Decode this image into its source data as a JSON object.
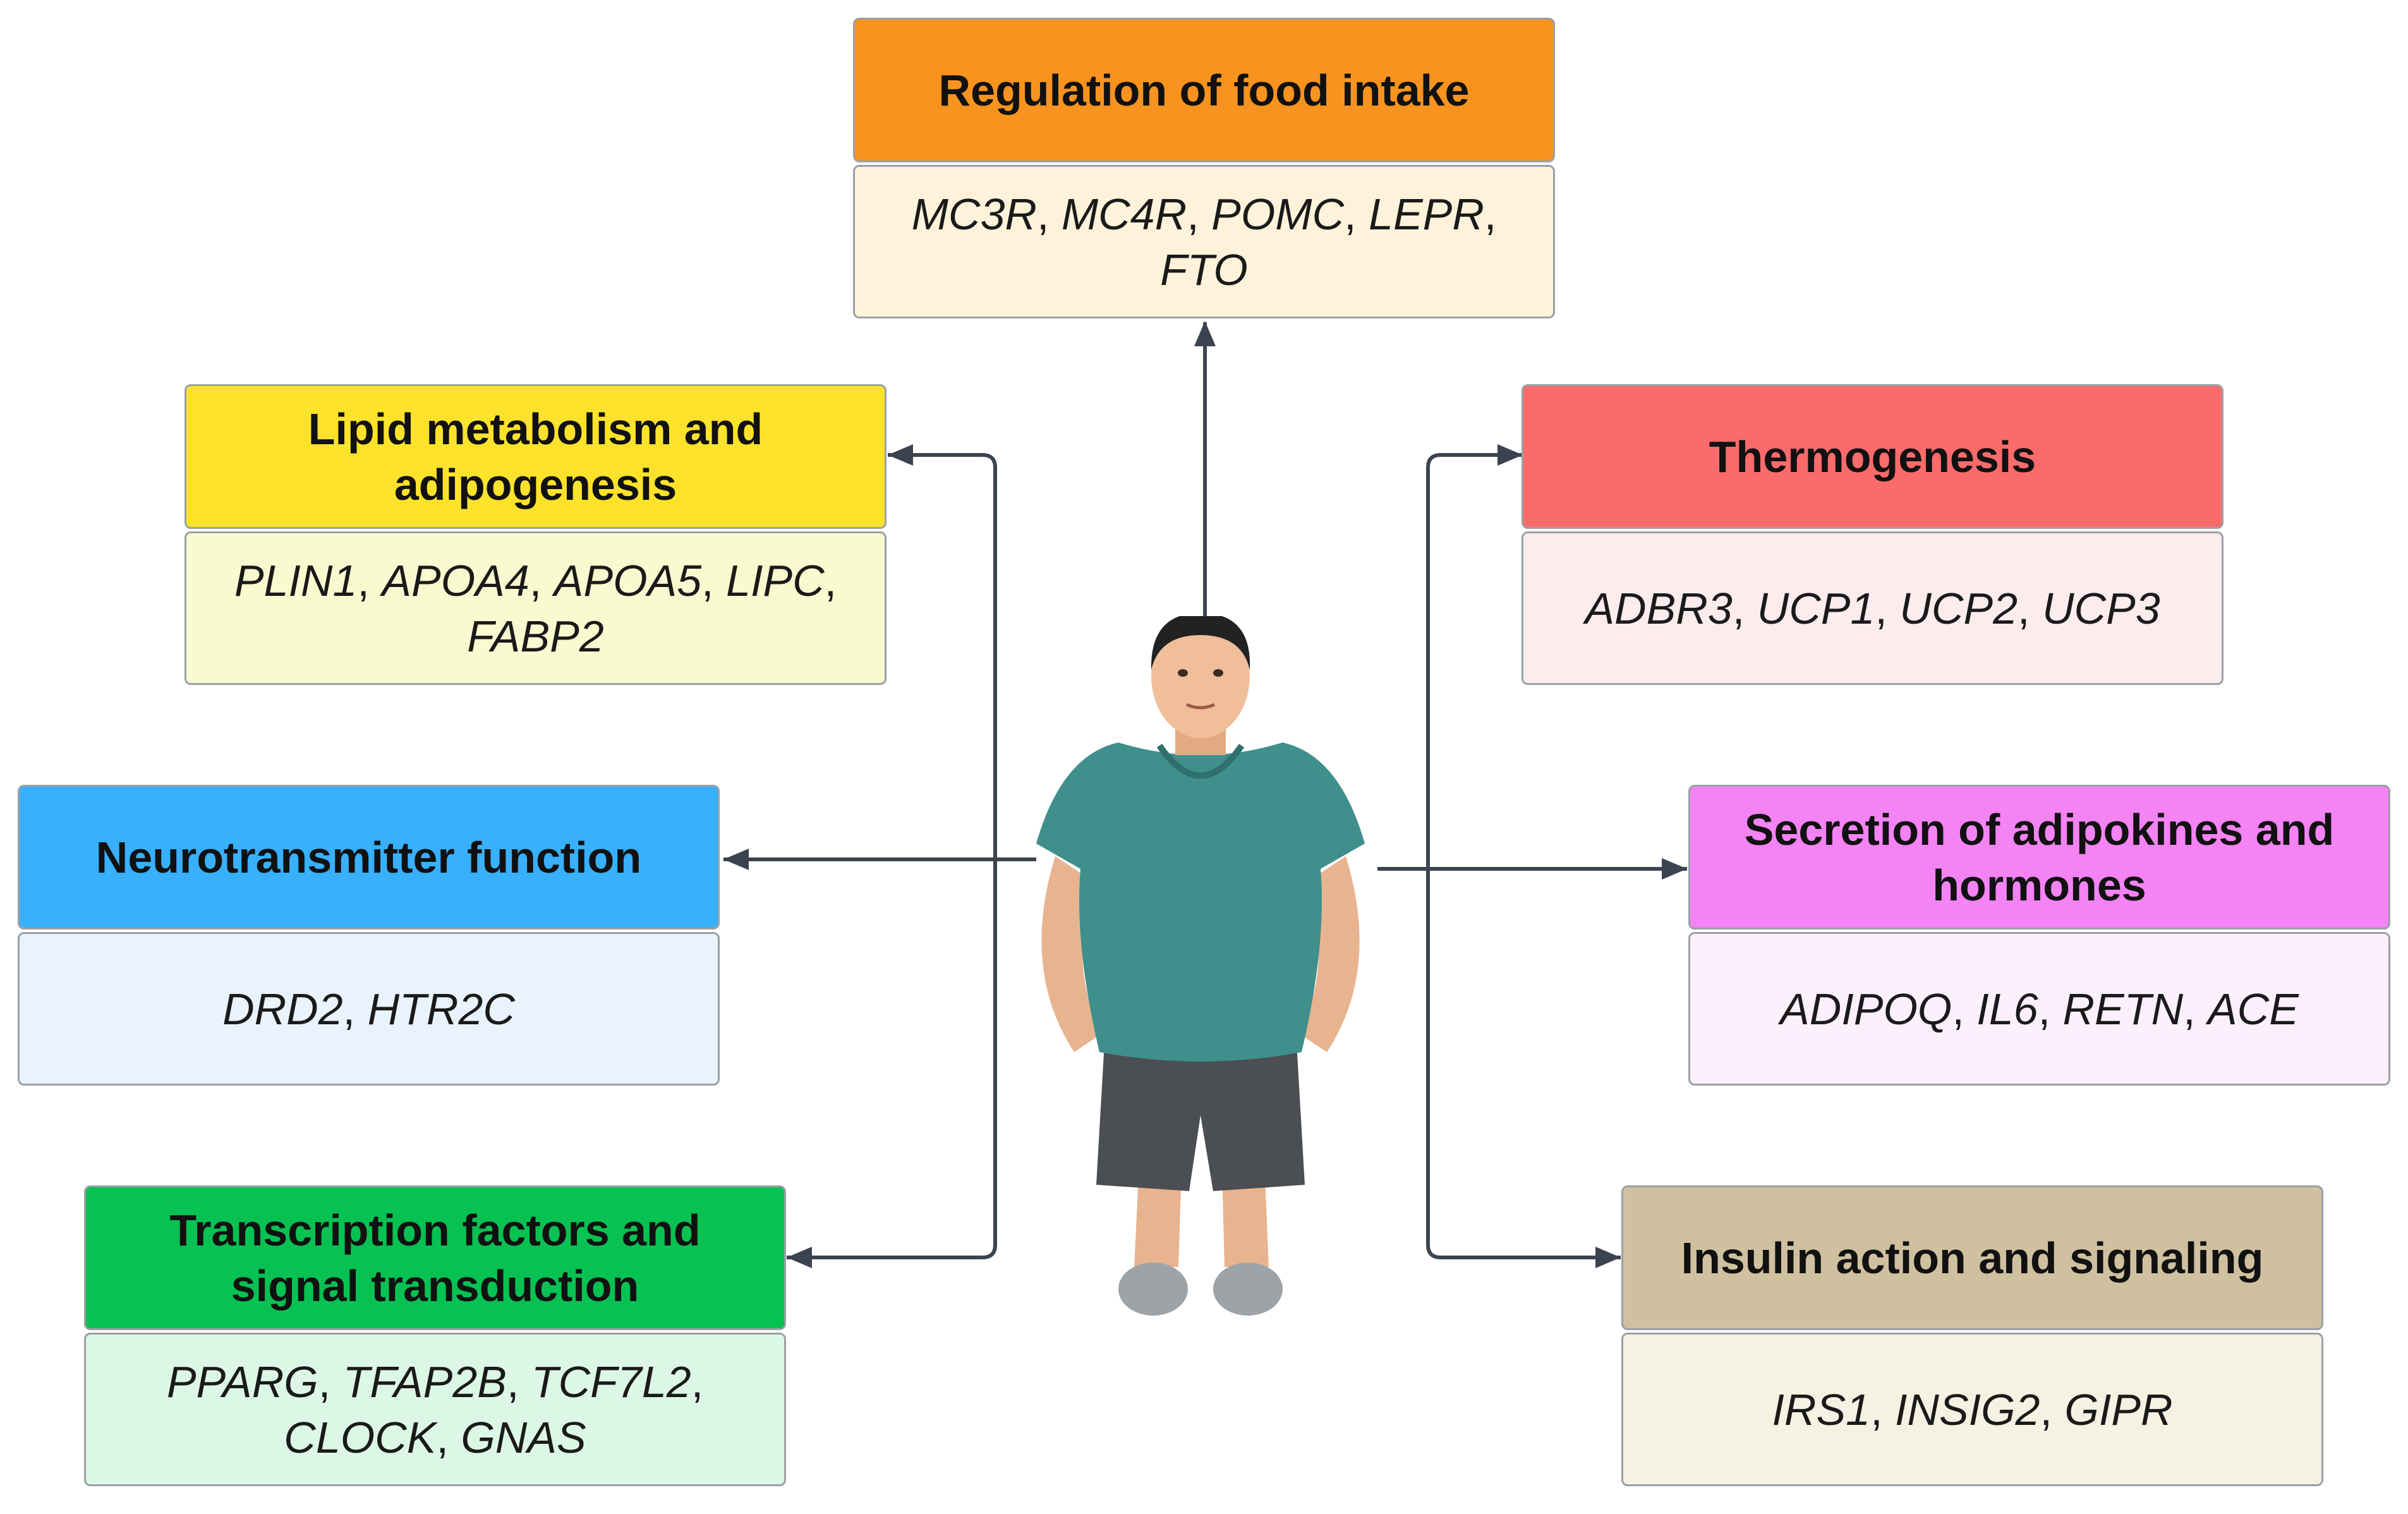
{
  "categories": [
    {
      "id": "food",
      "title": "Regulation of food intake",
      "genes": [
        "MC3R",
        "MC4R",
        "POMC",
        "LEPR",
        "FTO"
      ],
      "header_color": "#f7931e",
      "body_color": "#fef3da"
    },
    {
      "id": "lipid",
      "title": "Lipid metabolism and adipogenesis",
      "genes": [
        "PLIN1",
        "APOA4",
        "APOA5",
        "LIPC",
        "FABP2"
      ],
      "header_color": "#fde22b",
      "body_color": "#fafad0"
    },
    {
      "id": "thermo",
      "title": "Thermogenesis",
      "genes": [
        "ADBR3",
        "UCP1",
        "UCP2",
        "UCP3"
      ],
      "header_color": "#fb6b6b",
      "body_color": "#fdeced"
    },
    {
      "id": "neuro",
      "title": "Neurotransmitter function",
      "genes": [
        "DRD2",
        "HTR2C"
      ],
      "header_color": "#38b0fb",
      "body_color": "#e9f3fd"
    },
    {
      "id": "adipo",
      "title": "Secretion of adipokines and hormones",
      "genes": [
        "ADIPOQ",
        "IL6",
        "RETN",
        "ACE"
      ],
      "header_color": "#f483f4",
      "body_color": "#fdf0fd"
    },
    {
      "id": "tf",
      "title": "Transcription factors and signal transduction",
      "genes": [
        "PPARG",
        "TFAP2B",
        "TCF7L2",
        "CLOCK",
        "GNAS"
      ],
      "header_color": "#07c152",
      "body_color": "#dcf7e6"
    },
    {
      "id": "insulin",
      "title": "Insulin action and signaling",
      "genes": [
        "IRS1",
        "INSIG2",
        "GIPR"
      ],
      "header_color": "#cfc1a0",
      "body_color": "#f5f2e3"
    }
  ]
}
